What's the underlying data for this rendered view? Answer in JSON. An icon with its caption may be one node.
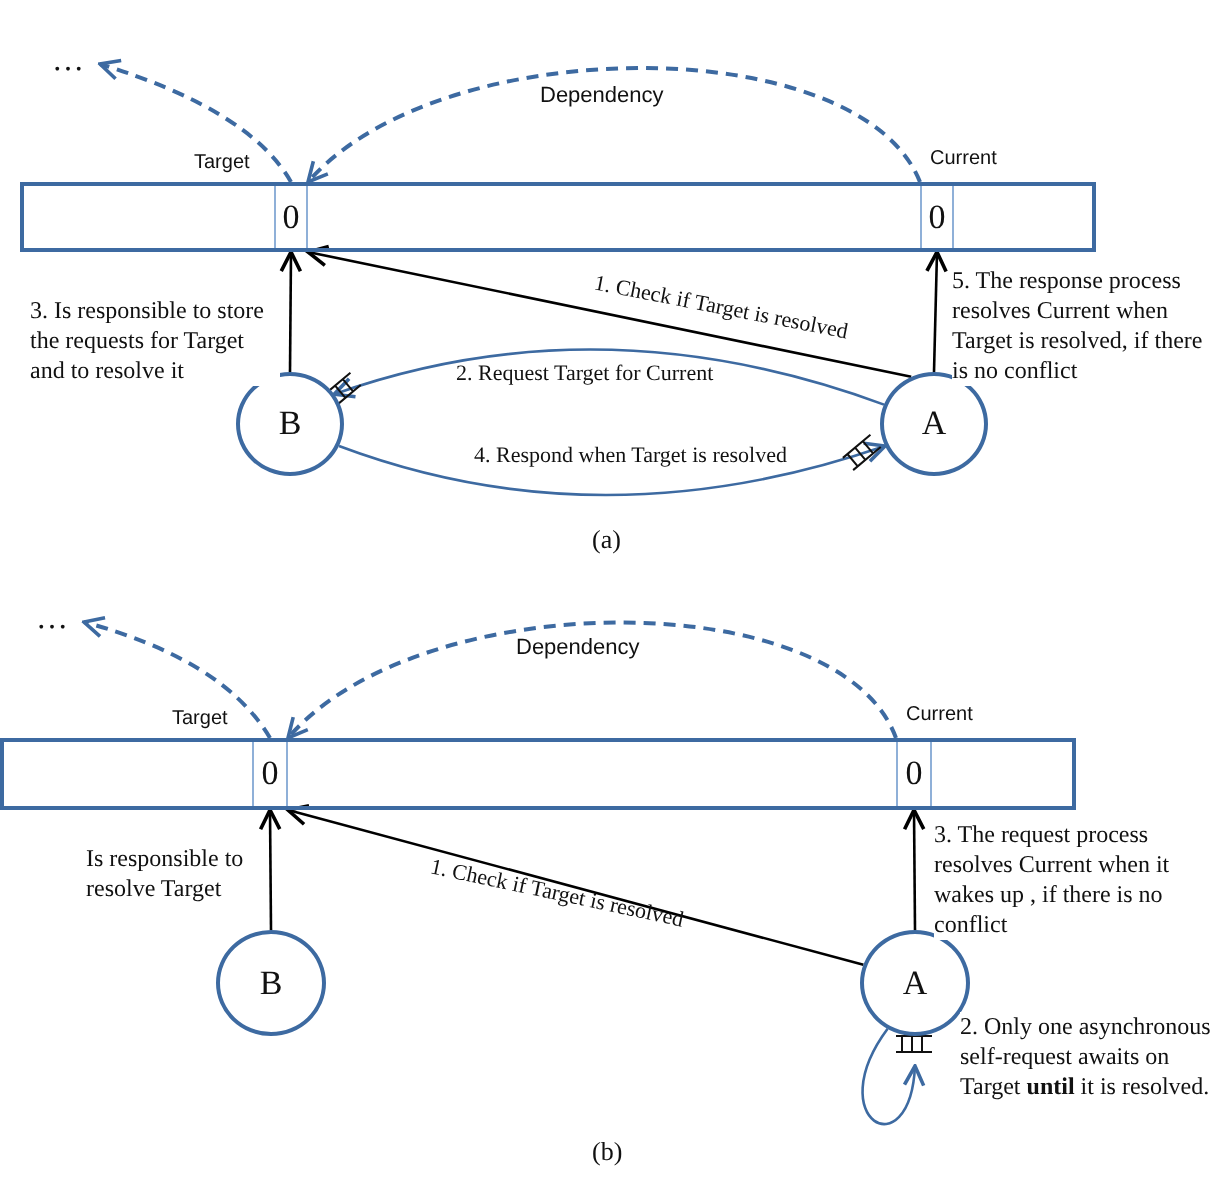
{
  "diagram": {
    "nodes": [
      {
        "text": [],
        "shape": "bar"
      },
      {
        "text": [
          "0"
        ],
        "in": 0,
        "beside": [
          "Target"
        ]
      },
      {
        "text": [
          "0"
        ],
        "in": 0,
        "beside": [
          "Current"
        ]
      },
      {
        "text": [
          "…"
        ]
      },
      {
        "text": [
          "B"
        ],
        "beside": [
          "3. Is responsible to store the requests for Target and to resolve it"
        ]
      },
      {
        "text": [
          "A"
        ],
        "beside": [
          "5. The response process resolves Current when Target is resolved, if there is no conflict"
        ]
      },
      {
        "text": [],
        "shape": "bar"
      },
      {
        "text": [
          "0"
        ],
        "in": 6,
        "beside": [
          "Target"
        ]
      },
      {
        "text": [
          "0"
        ],
        "in": 6,
        "beside": [
          "Current"
        ]
      },
      {
        "text": [
          "…"
        ]
      },
      {
        "text": [
          "B"
        ],
        "beside": [
          "Is responsible to resolve Target"
        ]
      },
      {
        "text": [
          "A"
        ],
        "beside": [
          "3. The request process resolves Current when it wakes up , if there is no conflict",
          "2. Only one asynchronous self-request awaits on Target **until** it is resolved."
        ]
      }
    ],
    "edges": [
      {
        "from": 1,
        "to": 3,
        "arrow": "to",
        "style": "dashed",
        "color": "#3d6aa1"
      },
      {
        "from": 2,
        "to": 1,
        "arrow": "to",
        "label": "Dependency",
        "style": "dashed",
        "color": "#3d6aa1"
      },
      {
        "from": 4,
        "to": 1,
        "arrow": "to",
        "color": "#000000"
      },
      {
        "from": 5,
        "to": 1,
        "arrow": "to",
        "label": "1. Check if Target is resolved",
        "color": "#000000"
      },
      {
        "from": 5,
        "to": 4,
        "arrow": "to",
        "label": "2. Request Target for Current",
        "color": "#3d6aa1"
      },
      {
        "from": 4,
        "to": 5,
        "arrow": "to",
        "label": "4. Respond when Target is resolved",
        "color": "#3d6aa1"
      },
      {
        "from": 5,
        "to": 2,
        "arrow": "to",
        "color": "#000000"
      },
      {
        "from": 7,
        "to": 9,
        "arrow": "to",
        "style": "dashed",
        "color": "#3d6aa1"
      },
      {
        "from": 8,
        "to": 7,
        "arrow": "to",
        "label": "Dependency",
        "style": "dashed",
        "color": "#3d6aa1"
      },
      {
        "from": 10,
        "to": 7,
        "arrow": "to",
        "color": "#000000"
      },
      {
        "from": 11,
        "to": 7,
        "arrow": "to",
        "label": "1. Check if Target is resolved",
        "color": "#000000"
      },
      {
        "from": 11,
        "to": 8,
        "arrow": "to",
        "color": "#000000"
      },
      {
        "from": 11,
        "to": 11,
        "arrow": "to",
        "color": "#3d6aa1"
      }
    ],
    "labels": [
      "(a)",
      "(b)"
    ]
  }
}
